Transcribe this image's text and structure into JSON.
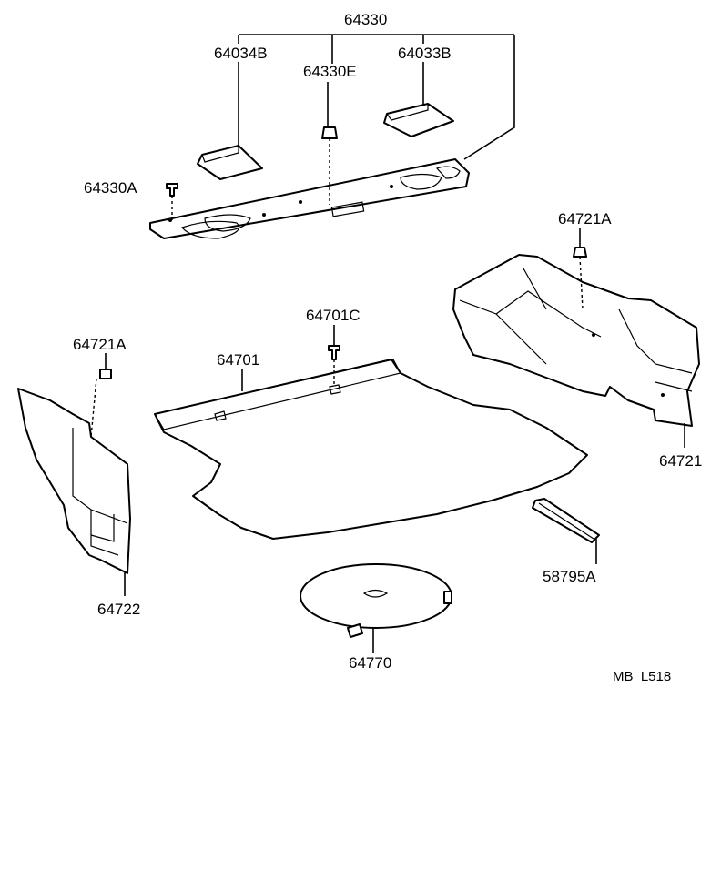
{
  "labels": {
    "p64330": "64330",
    "p64034B": "64034B",
    "p64330E": "64330E",
    "p64033B": "64033B",
    "p64330A": "64330A",
    "p64721A_right": "64721A",
    "p64701C": "64701C",
    "p64721A_left": "64721A",
    "p64701": "64701",
    "p64721": "64721",
    "p64722": "64722",
    "p58795A": "58795A",
    "p64770": "64770"
  },
  "diagram_code": "MB  L518"
}
